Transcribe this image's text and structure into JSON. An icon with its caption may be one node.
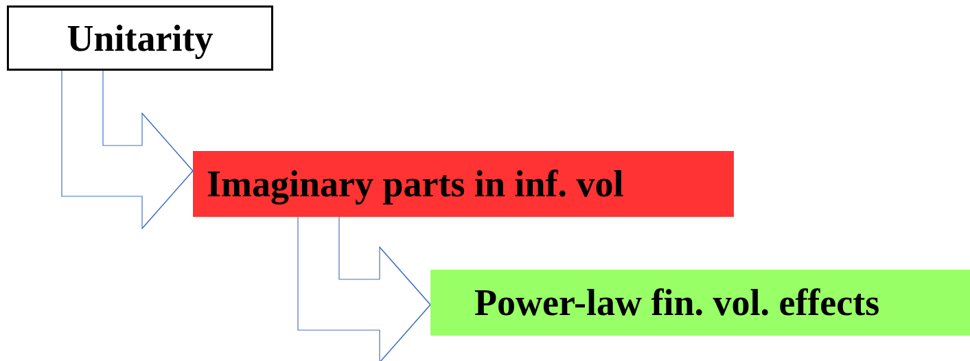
{
  "diagram": {
    "nodes": [
      {
        "text": [
          "Unitarity"
        ]
      },
      {
        "text": [
          "Imaginary parts in inf. vol"
        ]
      },
      {
        "text": [
          "Power-law fin. vol. effects"
        ]
      }
    ],
    "edges": [
      {
        "from": 0,
        "to": 1,
        "arrow": "to"
      },
      {
        "from": 1,
        "to": 2,
        "arrow": "to"
      }
    ]
  }
}
